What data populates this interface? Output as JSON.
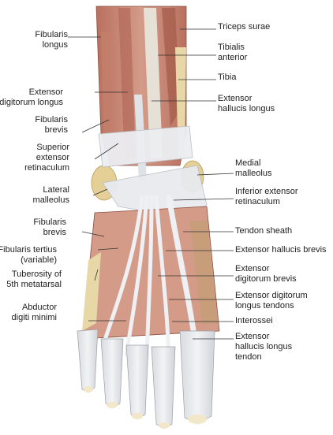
{
  "figure": {
    "labels_left": [
      {
        "id": "fibularis-longus",
        "lines": [
          "Fibularis",
          "longus"
        ]
      },
      {
        "id": "extensor-digitorum-longus",
        "lines": [
          "Extensor",
          "digitorum longus"
        ]
      },
      {
        "id": "fibularis-brevis-upper",
        "lines": [
          "Fibularis",
          "brevis"
        ]
      },
      {
        "id": "superior-extensor-retinaculum",
        "lines": [
          "Superior",
          "extensor",
          "retinaculum"
        ]
      },
      {
        "id": "lateral-malleolus",
        "lines": [
          "Lateral",
          "malleolus"
        ]
      },
      {
        "id": "fibularis-brevis-lower",
        "lines": [
          "Fibularis",
          "brevis"
        ]
      },
      {
        "id": "fibularis-tertius",
        "lines": [
          "Fibularis tertius",
          "(variable)"
        ]
      },
      {
        "id": "tuberosity-5th-metatarsal",
        "lines": [
          "Tuberosity of",
          "5th metatarsal"
        ]
      },
      {
        "id": "abductor-digiti-minimi",
        "lines": [
          "Abductor",
          "digiti minimi"
        ]
      }
    ],
    "labels_right": [
      {
        "id": "triceps-surae",
        "lines": [
          "Triceps surae"
        ]
      },
      {
        "id": "tibialis-anterior",
        "lines": [
          "Tibialis",
          "anterior"
        ]
      },
      {
        "id": "tibia",
        "lines": [
          "Tibia"
        ]
      },
      {
        "id": "extensor-hallucis-longus",
        "lines": [
          "Extensor",
          "hallucis longus"
        ]
      },
      {
        "id": "medial-malleolus",
        "lines": [
          "Medial",
          "malleolus"
        ]
      },
      {
        "id": "inferior-extensor-retinaculum",
        "lines": [
          "Inferior extensor",
          "retinaculum"
        ]
      },
      {
        "id": "tendon-sheath",
        "lines": [
          "Tendon sheath"
        ]
      },
      {
        "id": "extensor-hallucis-brevis",
        "lines": [
          "Extensor hallucis brevis"
        ]
      },
      {
        "id": "extensor-digitorum-brevis",
        "lines": [
          "Extensor",
          "digitorum brevis"
        ]
      },
      {
        "id": "extensor-digitorum-longus-tendons",
        "lines": [
          "Extensor digitorum",
          "longus tendons"
        ]
      },
      {
        "id": "interossei",
        "lines": [
          "Interossei"
        ]
      },
      {
        "id": "extensor-hallucis-longus-tendon",
        "lines": [
          "Extensor",
          "hallucis longus",
          "tendon"
        ]
      }
    ],
    "colors": {
      "muscle": "#c98878",
      "muscle_dark": "#a8604f",
      "tendon": "#e4e6ea",
      "bone": "#e8d8a8",
      "leader": "#333333"
    }
  }
}
